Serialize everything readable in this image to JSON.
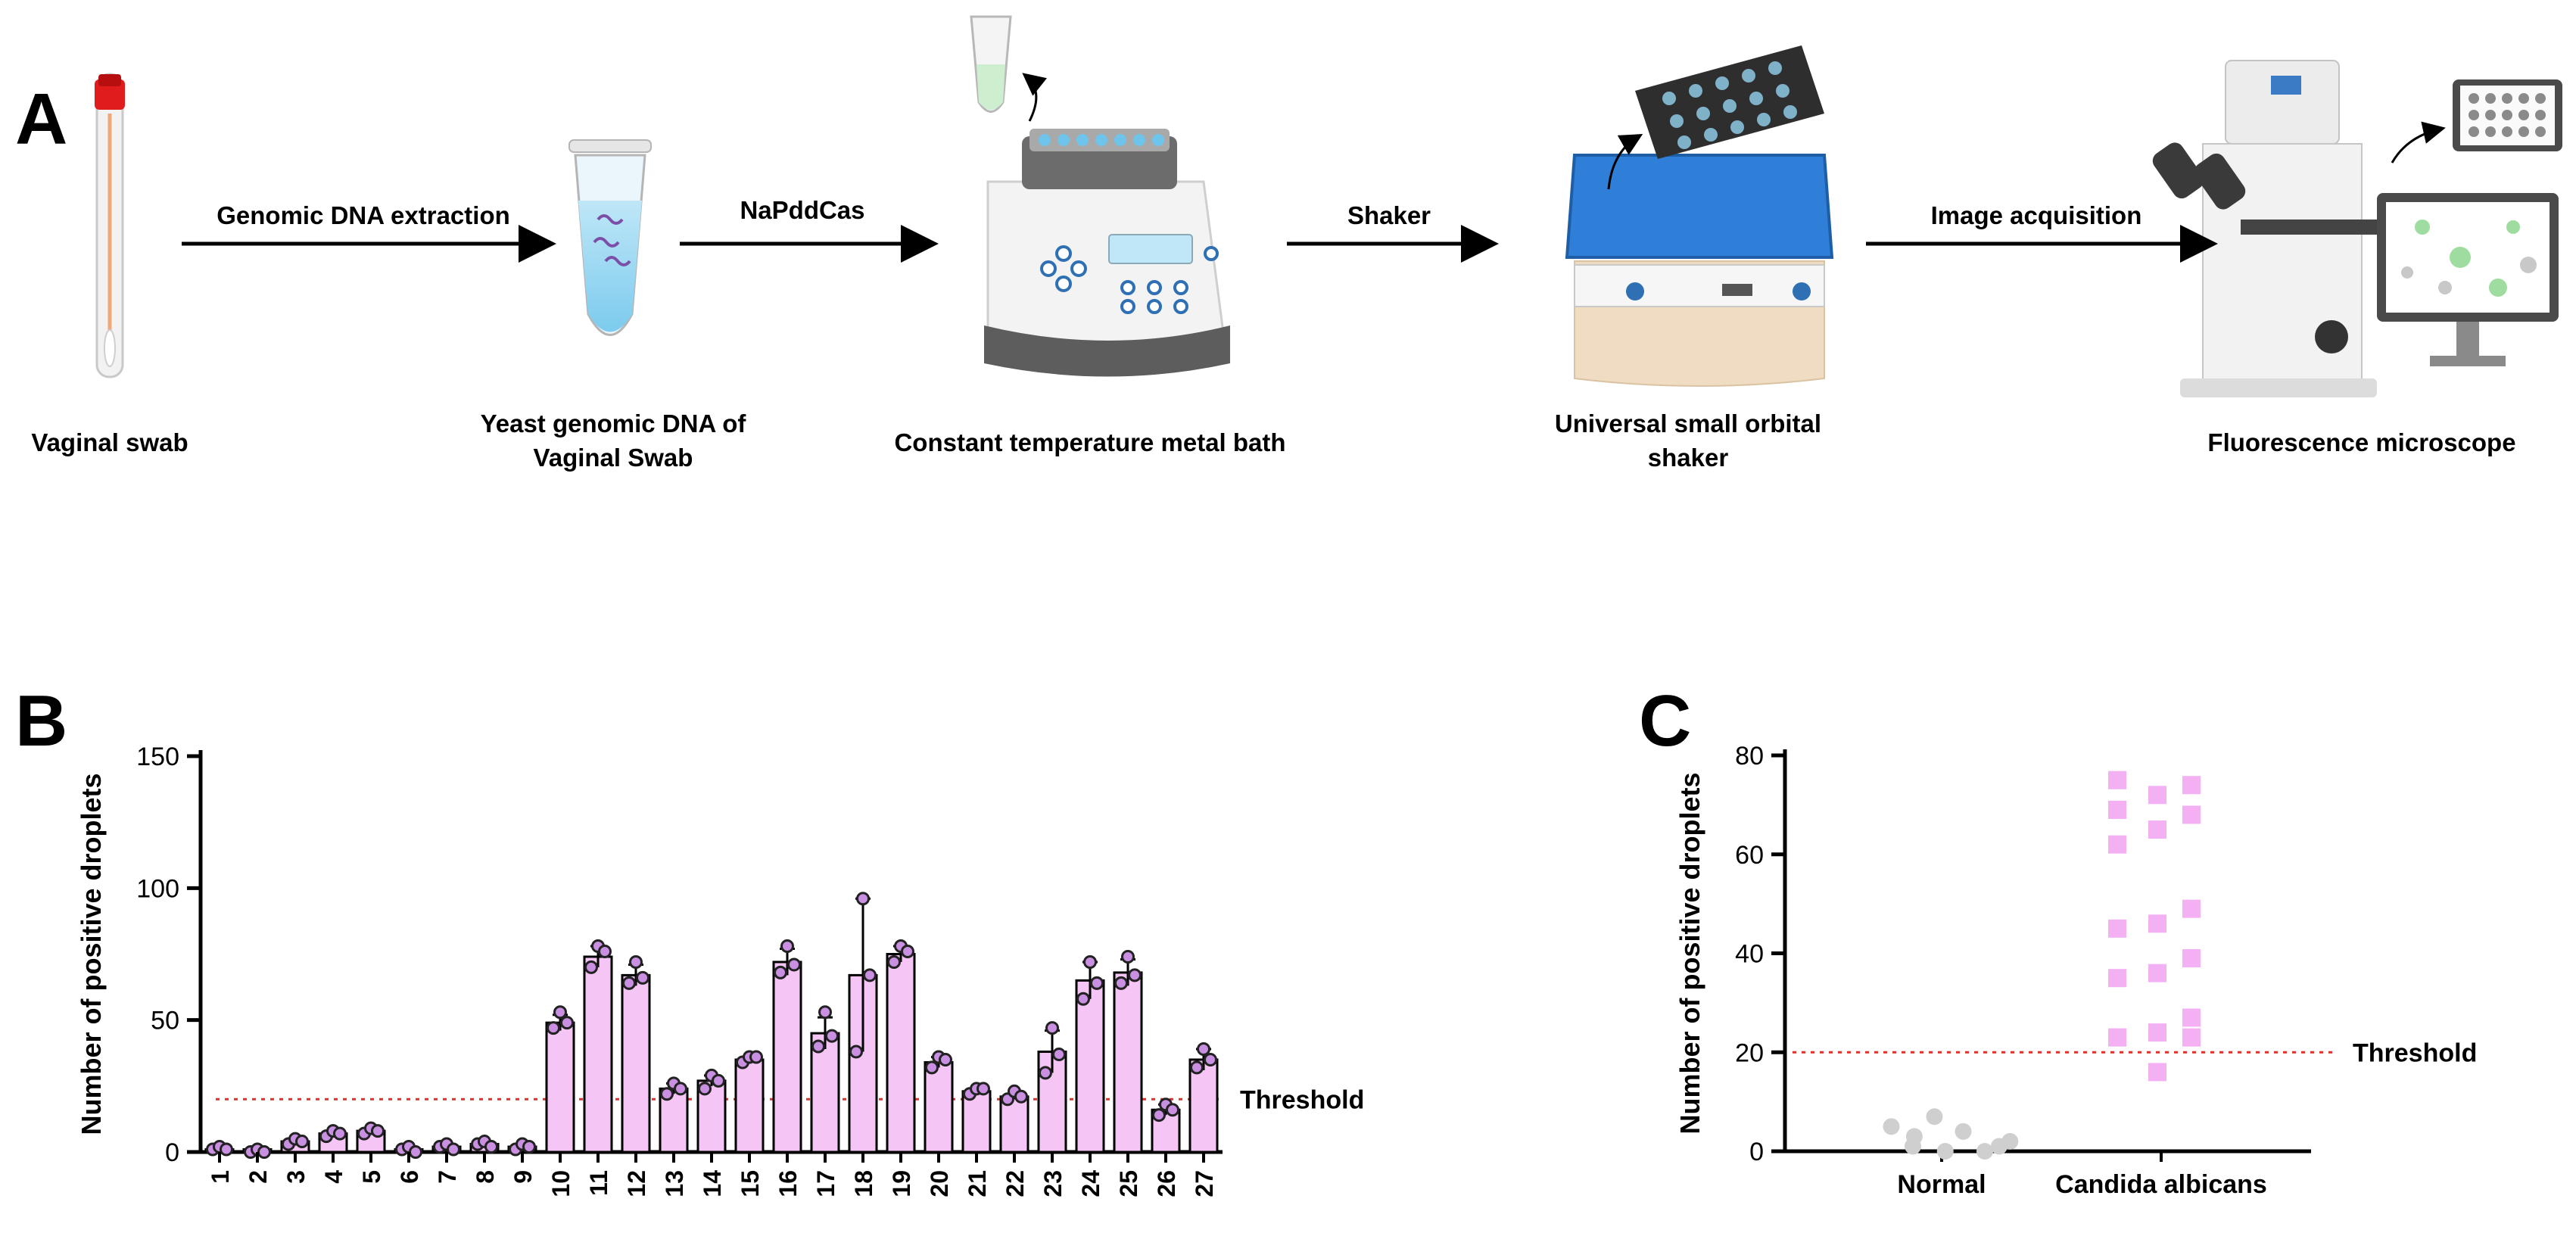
{
  "panels": {
    "a": "A",
    "b": "B",
    "c": "C"
  },
  "workflow": {
    "steps": [
      {
        "label": "Vaginal swab"
      },
      {
        "label": "Yeast genomic DNA of Vaginal Swab"
      },
      {
        "label": "Constant temperature metal bath"
      },
      {
        "label": "Universal small orbital shaker"
      },
      {
        "label": "Fluorescence microscope"
      }
    ],
    "arrows": [
      {
        "label": "Genomic DNA extraction"
      },
      {
        "label": "NaPddCas"
      },
      {
        "label": "Shaker"
      },
      {
        "label": "Image acquisition"
      }
    ]
  },
  "colors": {
    "bar_fill": "#f5c6f5",
    "square_fill": "#f3b0f3",
    "circle_fill": "#cfcfcf",
    "threshold": "#e0302a",
    "point_fill": "#c98fe0"
  },
  "chart_data": [
    {
      "type": "bar",
      "ylabel": "Number of positive droplets",
      "ylim": [
        0,
        150
      ],
      "yticks": [
        0,
        50,
        100,
        150
      ],
      "threshold": 20,
      "threshold_label": "Threshold",
      "categories": [
        "1",
        "2",
        "3",
        "4",
        "5",
        "6",
        "7",
        "8",
        "9",
        "10",
        "11",
        "12",
        "13",
        "14",
        "15",
        "16",
        "17",
        "18",
        "19",
        "20",
        "21",
        "22",
        "23",
        "24",
        "25",
        "26",
        "27"
      ],
      "values": [
        1,
        1,
        4,
        7,
        8,
        1,
        2,
        3,
        2,
        49,
        74,
        67,
        24,
        27,
        35,
        72,
        45,
        67,
        75,
        34,
        23,
        21,
        38,
        65,
        68,
        16,
        35
      ],
      "replicates": [
        [
          1,
          2,
          1
        ],
        [
          0,
          1,
          0
        ],
        [
          3,
          5,
          4
        ],
        [
          6,
          8,
          7
        ],
        [
          7,
          9,
          8
        ],
        [
          1,
          2,
          0
        ],
        [
          2,
          3,
          1
        ],
        [
          3,
          4,
          2
        ],
        [
          1,
          3,
          2
        ],
        [
          47,
          53,
          49
        ],
        [
          70,
          78,
          76
        ],
        [
          64,
          72,
          66
        ],
        [
          22,
          26,
          24
        ],
        [
          24,
          29,
          27
        ],
        [
          34,
          36,
          36
        ],
        [
          68,
          78,
          71
        ],
        [
          40,
          53,
          44
        ],
        [
          38,
          96,
          67
        ],
        [
          72,
          78,
          76
        ],
        [
          32,
          36,
          35
        ],
        [
          22,
          24,
          24
        ],
        [
          20,
          23,
          21
        ],
        [
          30,
          47,
          37
        ],
        [
          58,
          72,
          64
        ],
        [
          64,
          74,
          67
        ],
        [
          14,
          18,
          16
        ],
        [
          32,
          39,
          35
        ]
      ],
      "errors": [
        1,
        1,
        1,
        1,
        1,
        1,
        1,
        1,
        1,
        3,
        4,
        4,
        2,
        2,
        1,
        5,
        6,
        29,
        3,
        2,
        1,
        1,
        8,
        7,
        5,
        2,
        4
      ]
    },
    {
      "type": "scatter",
      "ylabel": "Number of positive droplets",
      "ylim": [
        0,
        80
      ],
      "yticks": [
        0,
        20,
        40,
        60,
        80
      ],
      "threshold": 20,
      "threshold_label": "Threshold",
      "categories": [
        "Normal",
        "Candida albicans"
      ],
      "series": [
        {
          "category": "Normal",
          "marker": "circle",
          "values": [
            5,
            3,
            7,
            1,
            0,
            4,
            0,
            1,
            2
          ]
        },
        {
          "category": "Candida albicans",
          "marker": "square",
          "values": [
            75,
            74,
            72,
            69,
            68,
            65,
            62,
            49,
            46,
            45,
            39,
            36,
            35,
            27,
            24,
            23,
            23,
            16
          ]
        }
      ]
    }
  ]
}
